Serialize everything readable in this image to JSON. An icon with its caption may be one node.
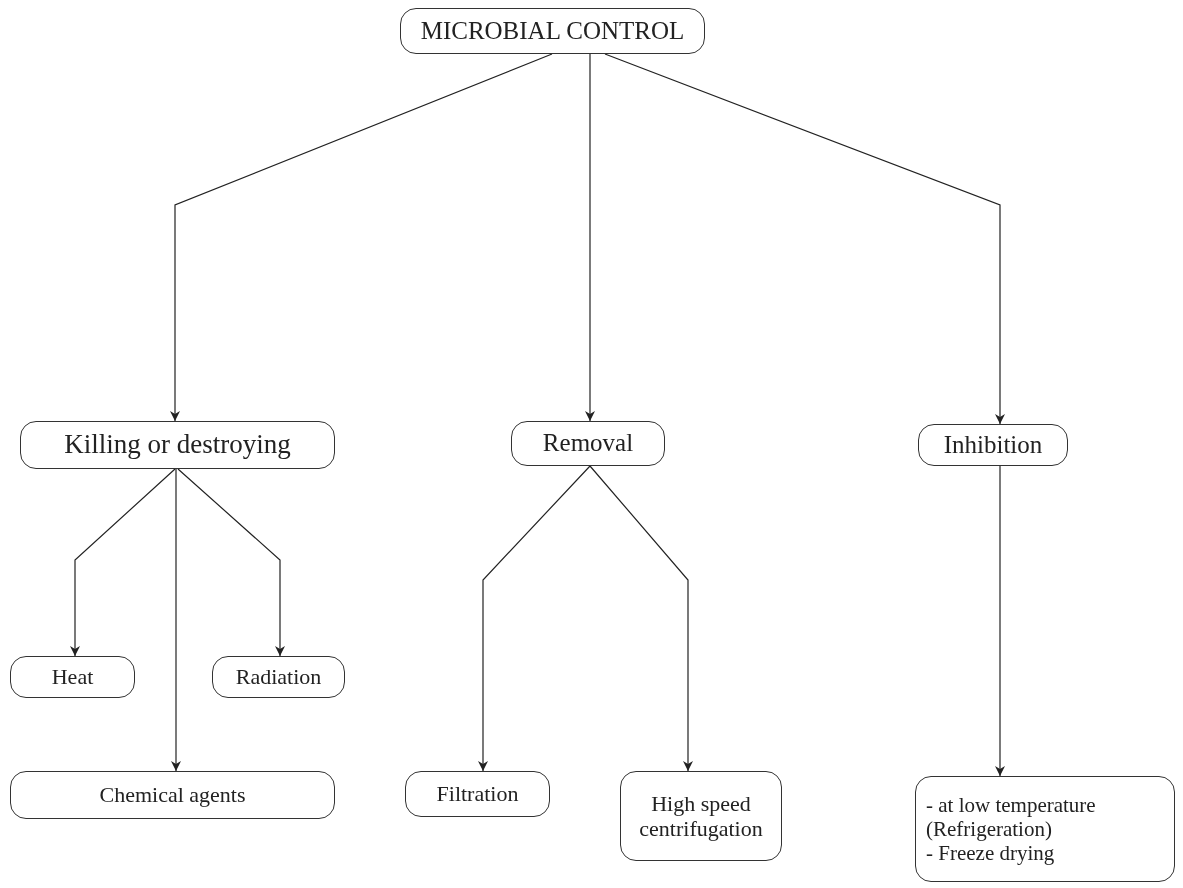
{
  "diagram": {
    "nodes": [
      {
        "text": [
          "MICROBIAL CONTROL"
        ]
      },
      {
        "text": [
          "Killing or destroying"
        ]
      },
      {
        "text": [
          "Removal"
        ]
      },
      {
        "text": [
          "Inhibition"
        ]
      },
      {
        "text": [
          "Heat"
        ]
      },
      {
        "text": [
          "Radiation"
        ]
      },
      {
        "text": [
          "Chemical agents"
        ]
      },
      {
        "text": [
          "Filtration"
        ]
      },
      {
        "text": [
          "High speed centrifugation"
        ]
      },
      {
        "text": [
          "- at low temperature (Refrigeration)",
          "- Freeze drying"
        ]
      }
    ],
    "edges": [
      {
        "from": 0,
        "to": 1,
        "arrow": "to"
      },
      {
        "from": 0,
        "to": 2,
        "arrow": "to"
      },
      {
        "from": 0,
        "to": 3,
        "arrow": "to"
      },
      {
        "from": 1,
        "to": 4,
        "arrow": "to"
      },
      {
        "from": 1,
        "to": 5,
        "arrow": "to"
      },
      {
        "from": 1,
        "to": 6,
        "arrow": "to"
      },
      {
        "from": 2,
        "to": 7,
        "arrow": "to"
      },
      {
        "from": 2,
        "to": 8,
        "arrow": "to"
      },
      {
        "from": 3,
        "to": 9,
        "arrow": "to"
      }
    ]
  }
}
